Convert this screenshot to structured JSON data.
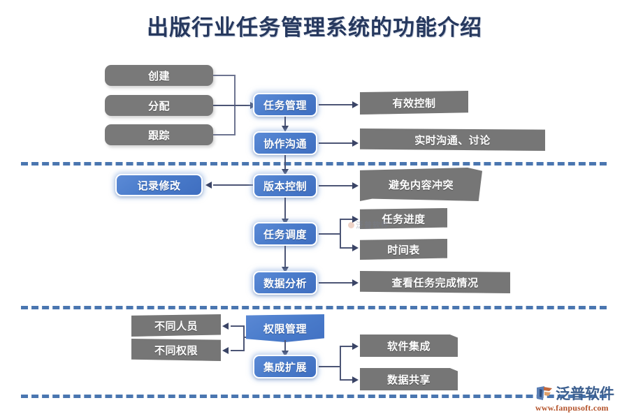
{
  "page": {
    "title": "出版行业任务管理系统的功能介绍",
    "background": "#ffffff"
  },
  "colors": {
    "title_text": "#26385e",
    "node_blue": "#4a7ccb",
    "node_gray": "#797979",
    "divider_blue": "#4a76b0",
    "connector": "#4c5575",
    "logo_blue": "#3c5f8f",
    "logo_orange": "#b4542c"
  },
  "sections": [
    {
      "id": "section-task",
      "inputs": [
        {
          "label": "创建"
        },
        {
          "label": "分配"
        },
        {
          "label": "跟踪"
        }
      ],
      "nodes": [
        {
          "label": "任务管理"
        },
        {
          "label": "协作沟通"
        }
      ],
      "outputs": [
        {
          "label": "有效控制"
        },
        {
          "label": "实时沟通、讨论"
        }
      ]
    },
    {
      "id": "section-version",
      "nodes": [
        {
          "label": "版本控制"
        },
        {
          "label": "任务调度"
        },
        {
          "label": "数据分析"
        }
      ],
      "side": [
        {
          "label": "记录修改"
        }
      ],
      "outputs": [
        {
          "label": "避免内容冲突"
        },
        {
          "label": "任务进度"
        },
        {
          "label": "时间表"
        },
        {
          "label": "查看任务完成情况"
        }
      ]
    },
    {
      "id": "section-permission",
      "left_outputs": [
        {
          "label": "不同人员"
        },
        {
          "label": "不同权限"
        }
      ],
      "nodes": [
        {
          "label": "权限管理"
        },
        {
          "label": "集成扩展"
        }
      ],
      "outputs": [
        {
          "label": "软件集成"
        },
        {
          "label": "数据共享"
        }
      ]
    }
  ],
  "watermark": {
    "text": "泛普软件"
  },
  "logo": {
    "name": "泛普软件",
    "url": "www.fanpusoft.com"
  },
  "chart_data": {
    "type": "diagram",
    "title": "出版行业任务管理系统的功能介绍",
    "nodes": [
      {
        "id": "n1",
        "label": "创建",
        "style": "gray-round"
      },
      {
        "id": "n2",
        "label": "分配",
        "style": "gray-round"
      },
      {
        "id": "n3",
        "label": "跟踪",
        "style": "gray-round"
      },
      {
        "id": "n4",
        "label": "任务管理",
        "style": "blue"
      },
      {
        "id": "n5",
        "label": "协作沟通",
        "style": "blue"
      },
      {
        "id": "n6",
        "label": "有效控制",
        "style": "gray-skew"
      },
      {
        "id": "n7",
        "label": "实时沟通、讨论",
        "style": "gray-skew"
      },
      {
        "id": "n8",
        "label": "记录修改",
        "style": "blue"
      },
      {
        "id": "n9",
        "label": "版本控制",
        "style": "blue"
      },
      {
        "id": "n10",
        "label": "避免内容冲突",
        "style": "gray-skew"
      },
      {
        "id": "n11",
        "label": "任务调度",
        "style": "blue"
      },
      {
        "id": "n12",
        "label": "任务进度",
        "style": "gray-skew"
      },
      {
        "id": "n13",
        "label": "时间表",
        "style": "gray-skew"
      },
      {
        "id": "n14",
        "label": "数据分析",
        "style": "blue"
      },
      {
        "id": "n15",
        "label": "查看任务完成情况",
        "style": "gray-skew"
      },
      {
        "id": "n16",
        "label": "不同人员",
        "style": "gray-skew"
      },
      {
        "id": "n17",
        "label": "不同权限",
        "style": "gray-skew"
      },
      {
        "id": "n18",
        "label": "权限管理",
        "style": "blue-skew"
      },
      {
        "id": "n19",
        "label": "集成扩展",
        "style": "blue"
      },
      {
        "id": "n20",
        "label": "软件集成",
        "style": "gray-skew"
      },
      {
        "id": "n21",
        "label": "数据共享",
        "style": "gray-skew"
      }
    ],
    "edges": [
      {
        "from": "n1",
        "to": "n4"
      },
      {
        "from": "n2",
        "to": "n4"
      },
      {
        "from": "n3",
        "to": "n4"
      },
      {
        "from": "n4",
        "to": "n5"
      },
      {
        "from": "n4",
        "to": "n6"
      },
      {
        "from": "n5",
        "to": "n7"
      },
      {
        "from": "n5",
        "to": "n9"
      },
      {
        "from": "n9",
        "to": "n8"
      },
      {
        "from": "n9",
        "to": "n10"
      },
      {
        "from": "n9",
        "to": "n11"
      },
      {
        "from": "n11",
        "to": "n12"
      },
      {
        "from": "n11",
        "to": "n13"
      },
      {
        "from": "n11",
        "to": "n14"
      },
      {
        "from": "n14",
        "to": "n15"
      },
      {
        "from": "n18",
        "to": "n16"
      },
      {
        "from": "n18",
        "to": "n17"
      },
      {
        "from": "n18",
        "to": "n19"
      },
      {
        "from": "n19",
        "to": "n20"
      },
      {
        "from": "n19",
        "to": "n21"
      }
    ],
    "dividers": 3
  }
}
